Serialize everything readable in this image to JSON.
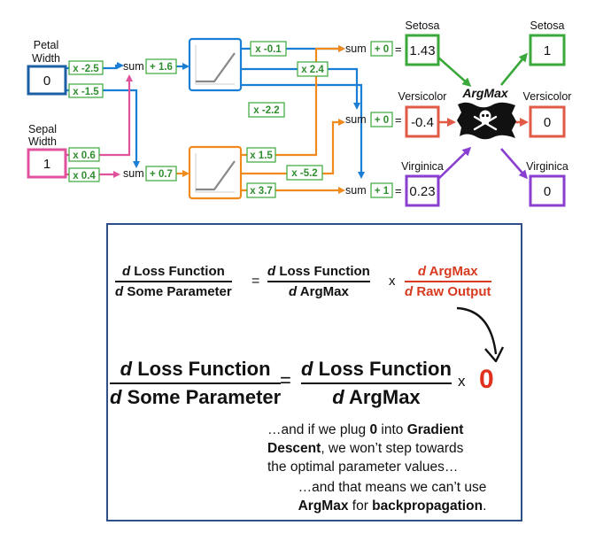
{
  "inputs": {
    "petal_width": {
      "label_line1": "Petal",
      "label_line2": "Width",
      "value": "0"
    },
    "sepal_width": {
      "label_line1": "Sepal",
      "label_line2": "Width",
      "value": "1"
    }
  },
  "weights": {
    "petal_top": "x -2.5",
    "petal_bottom": "x -1.5",
    "sepal_top": "x 0.6",
    "sepal_bottom": "x 0.4",
    "hidden1_setosa": "x -0.1",
    "hidden1_versicolor": "x 2.4",
    "hidden1_virginica": "x -2.2",
    "hidden2_setosa": "x 1.5",
    "hidden2_versicolor": "x -5.2",
    "hidden2_virginica": "x 3.7"
  },
  "biases": {
    "hidden1": "+ 1.6",
    "hidden2": "+ 0.7",
    "setosa": "+ 0",
    "versicolor": "+ 0",
    "virginica": "+ 1"
  },
  "sum_label": "sum",
  "equals": "=",
  "raw_outputs": {
    "setosa": {
      "label": "Setosa",
      "value": "1.43"
    },
    "versicolor": {
      "label": "Versicolor",
      "value": "-0.4"
    },
    "virginica": {
      "label": "Virginica",
      "value": "0.23"
    }
  },
  "argmax_label": "ArgMax",
  "argmax_outputs": {
    "setosa": {
      "label": "Setosa",
      "value": "1"
    },
    "versicolor": {
      "label": "Versicolor",
      "value": "0"
    },
    "virginica": {
      "label": "Virginica",
      "value": "0"
    }
  },
  "colors": {
    "blue": "#1a7fd4",
    "orange": "#f08a1c",
    "pink": "#e0529c",
    "green": "#3aa83a",
    "red": "#e05a45",
    "purple": "#8a3fd0",
    "input_blue": "#1d5fa5"
  },
  "formula": {
    "eq1": {
      "lhs_num": "d Loss Function",
      "lhs_den": "d Some Parameter",
      "equals": "=",
      "rhs1_num": "d Loss Function",
      "rhs1_den": "d ArgMax",
      "times": "x",
      "rhs2_num": "d ArgMax",
      "rhs2_den": "d Raw Output"
    },
    "eq2": {
      "lhs_num": "d Loss Function",
      "lhs_den": "d Some Parameter",
      "equals": "=",
      "rhs_num": "d Loss Function",
      "rhs_den": "d ArgMax",
      "times": "x",
      "zero": "0"
    },
    "para1": {
      "pre": "…and if we plug ",
      "zero": "0",
      "mid": " into ",
      "gd1": "Gradient",
      "gd2": "Descent",
      "line2_rest": ", we won’t step towards",
      "line3": "the optimal parameter values…"
    },
    "para2": {
      "line1": "…and that means we can’t use",
      "argmax": "ArgMax",
      "mid": " for ",
      "backprop": "backpropagation",
      "end": "."
    }
  }
}
